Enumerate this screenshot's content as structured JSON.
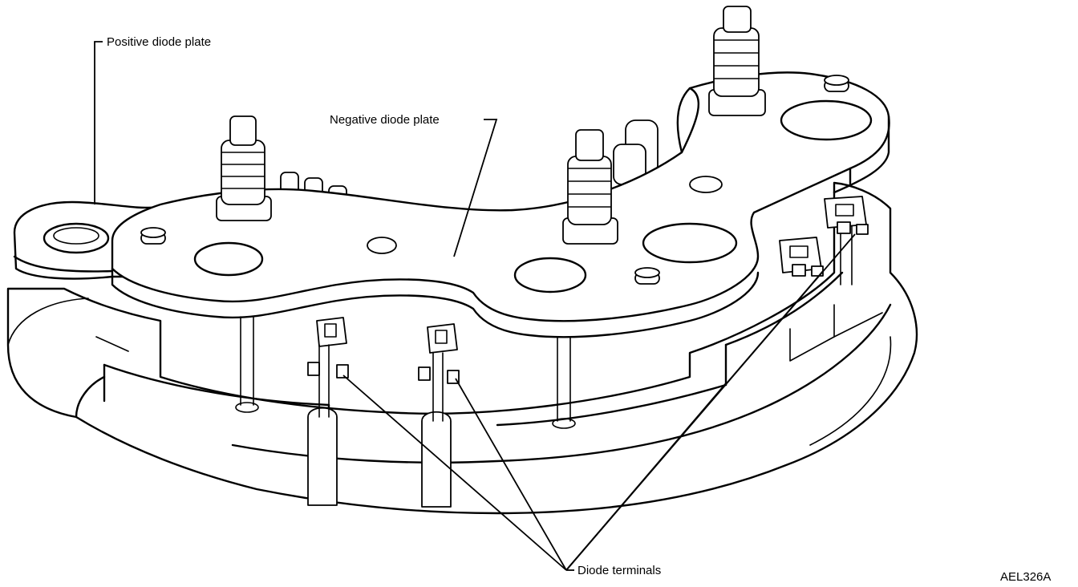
{
  "labels": {
    "positive_plate": "Positive diode plate",
    "negative_plate": "Negative diode plate",
    "diode_terminals": "Diode terminals",
    "figure_code": "AEL326A"
  }
}
